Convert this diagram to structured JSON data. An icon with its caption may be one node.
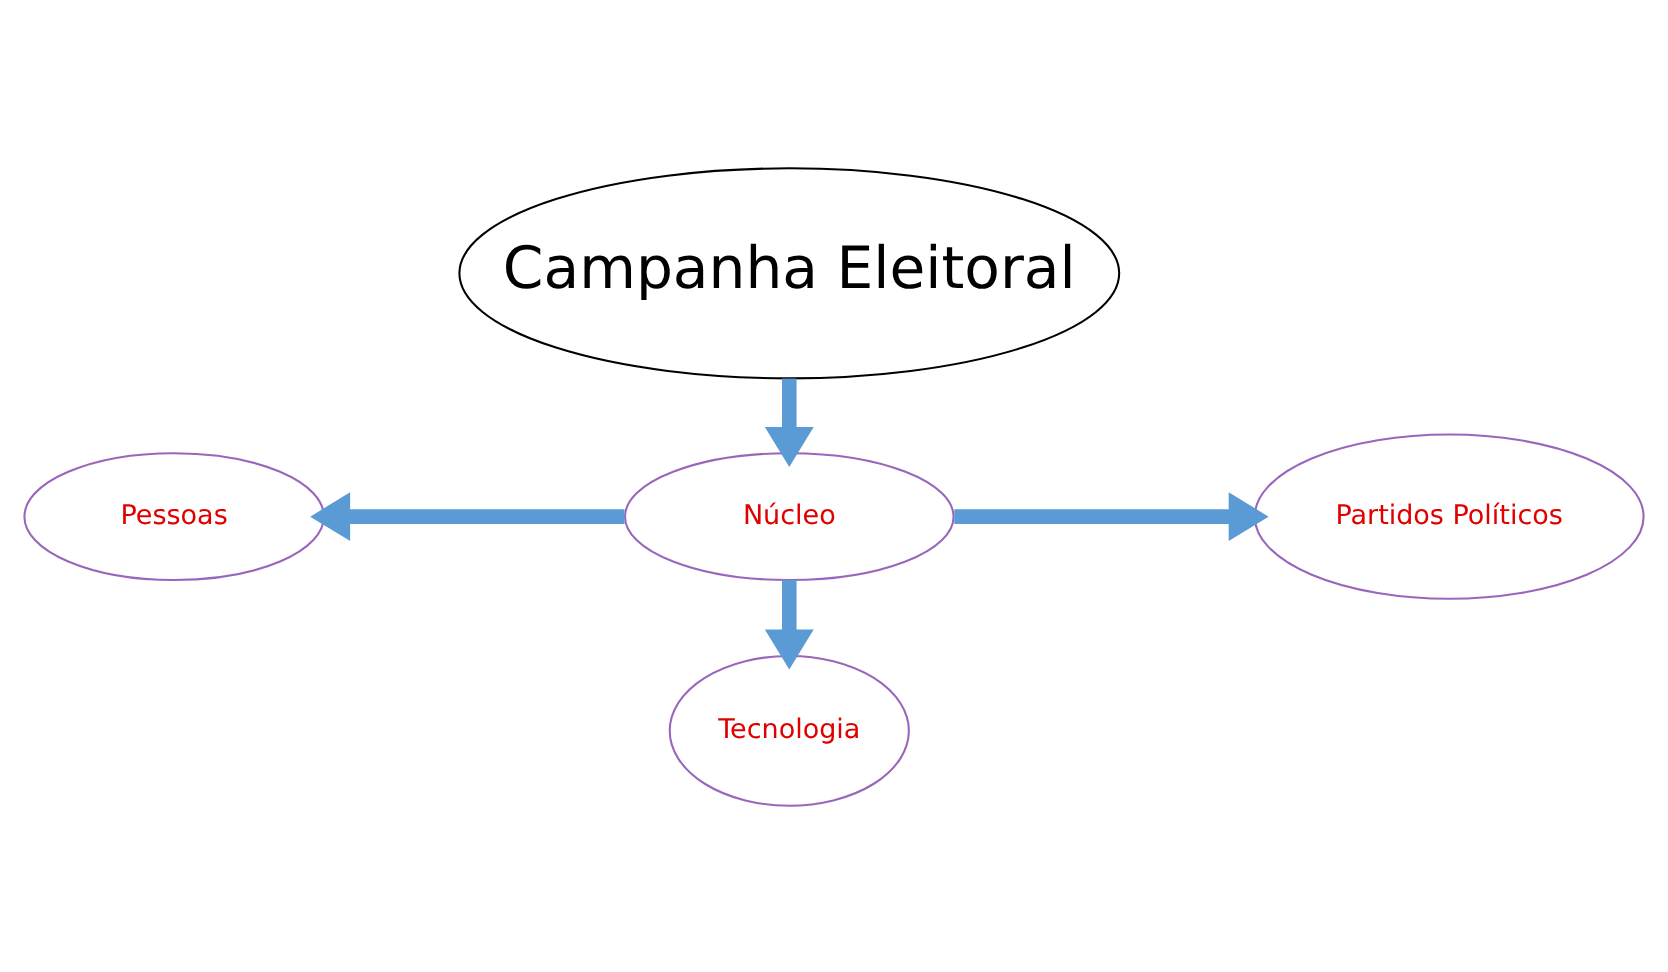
{
  "diagram": {
    "nodes": [
      {
        "text": [
          "Campanha Eleitoral"
        ]
      },
      {
        "text": [
          "Núcleo"
        ]
      },
      {
        "text": [
          "Pessoas"
        ]
      },
      {
        "text": [
          "Partidos Políticos"
        ]
      },
      {
        "text": [
          "Tecnologia"
        ]
      }
    ],
    "edges": [
      {
        "from": 0,
        "to": 1,
        "arrow": "to"
      },
      {
        "from": 1,
        "to": 2,
        "arrow": "to"
      },
      {
        "from": 1,
        "to": 3,
        "arrow": "to"
      },
      {
        "from": 1,
        "to": 4,
        "arrow": "to"
      }
    ]
  }
}
